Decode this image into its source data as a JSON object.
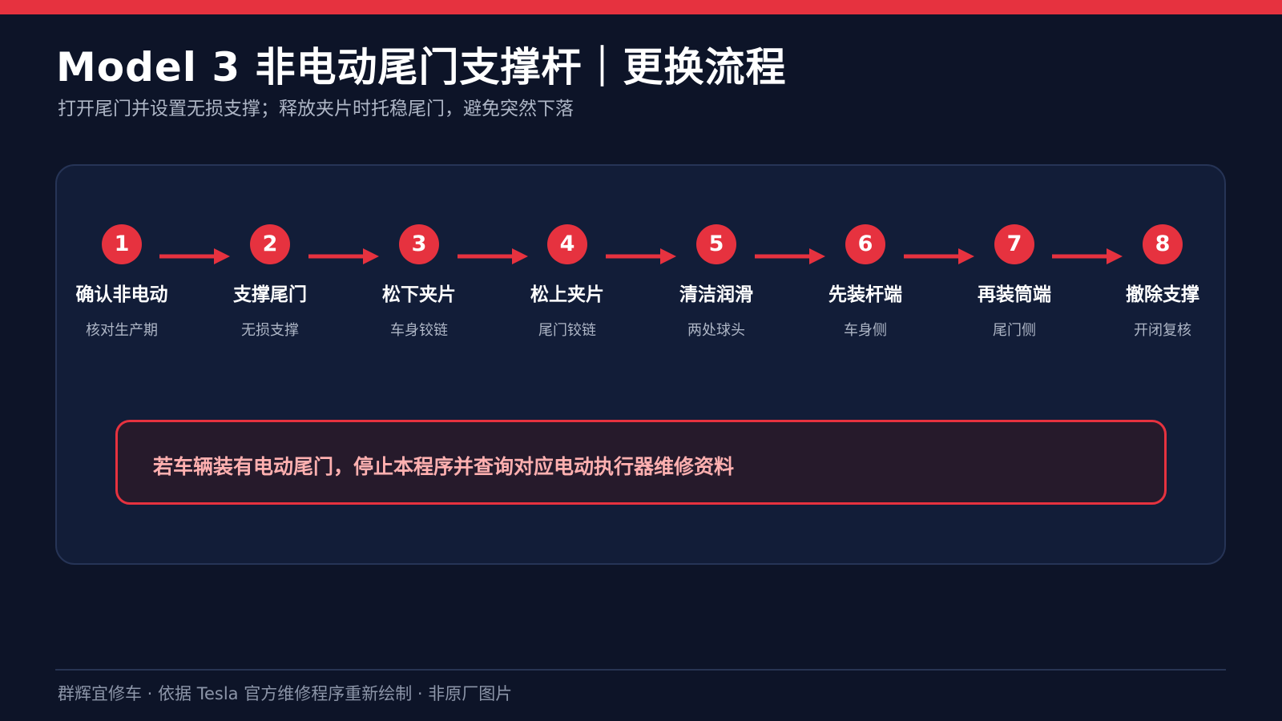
{
  "header": {
    "title": "Model 3 非电动尾门支撑杆｜更换流程",
    "subtitle": "打开尾门并设置无损支撑；释放夹片时托稳尾门，避免突然下落"
  },
  "steps": [
    {
      "number": "1",
      "title": "确认非电动",
      "sub": "核对生产期"
    },
    {
      "number": "2",
      "title": "支撑尾门",
      "sub": "无损支撑"
    },
    {
      "number": "3",
      "title": "松下夹片",
      "sub": "车身铰链"
    },
    {
      "number": "4",
      "title": "松上夹片",
      "sub": "尾门铰链"
    },
    {
      "number": "5",
      "title": "清洁润滑",
      "sub": "两处球头"
    },
    {
      "number": "6",
      "title": "先装杆端",
      "sub": "车身侧"
    },
    {
      "number": "7",
      "title": "再装筒端",
      "sub": "尾门侧"
    },
    {
      "number": "8",
      "title": "撤除支撑",
      "sub": "开闭复核"
    }
  ],
  "warning": {
    "text": "若车辆装有电动尾门，停止本程序并查询对应电动执行器维修资料"
  },
  "footer": {
    "text": "群辉宜修车 · 依据 Tesla 官方维修程序重新绘制 · 非原厂图片"
  },
  "colors": {
    "accent": "#e6323f",
    "background": "#0d1428",
    "panel": "#121d38",
    "warning_text": "#ffb0b0"
  }
}
